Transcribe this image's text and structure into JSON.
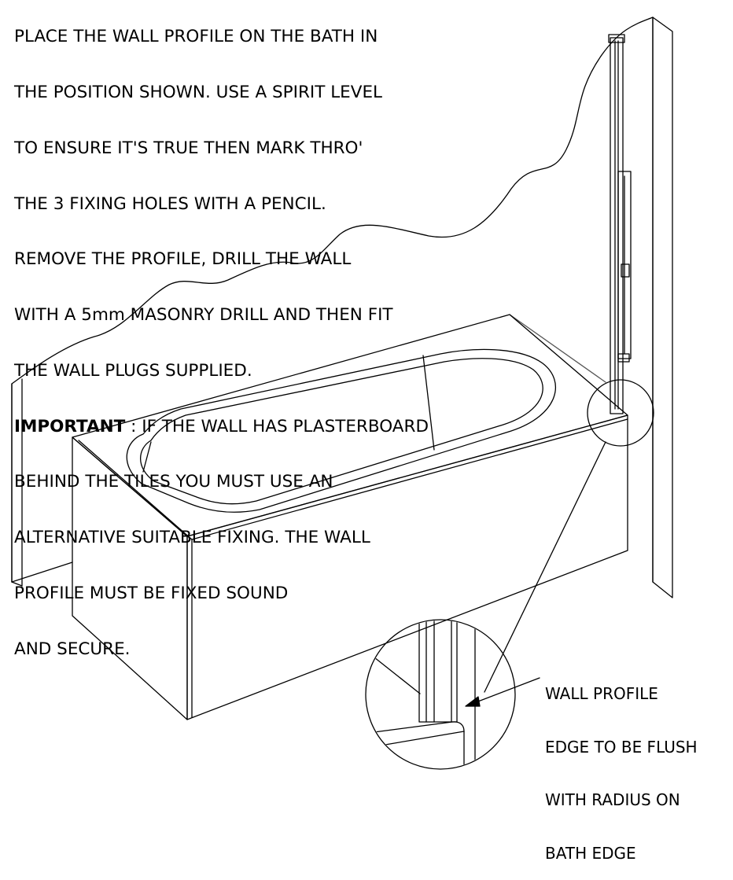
{
  "instructions": {
    "lines": [
      "PLACE THE WALL PROFILE ON THE BATH IN",
      "THE POSITION SHOWN. USE A SPIRIT LEVEL",
      "TO ENSURE IT'S TRUE THEN MARK THRO'",
      "THE 3 FIXING HOLES WITH A PENCIL.",
      "REMOVE THE PROFILE, DRILL THE WALL",
      "WITH A 5mm MASONRY DRILL AND THEN FIT",
      "THE WALL PLUGS SUPPLIED."
    ],
    "important_label": "IMPORTANT",
    "important_lines": [
      " : IF THE WALL HAS PLASTERBOARD",
      "BEHIND THE TILES YOU MUST USE AN",
      "ALTERNATIVE SUITABLE FIXING. THE WALL",
      "PROFILE MUST BE FIXED SOUND",
      "AND SECURE."
    ]
  },
  "callout": {
    "lines": [
      "WALL PROFILE",
      "EDGE TO BE FLUSH",
      "WITH RADIUS ON",
      "BATH EDGE"
    ]
  },
  "drawing": {
    "line_color": "#000000",
    "background": "#ffffff",
    "subjects": [
      "bath",
      "wall",
      "wall-profile",
      "detail-circle",
      "magnified-detail"
    ]
  }
}
